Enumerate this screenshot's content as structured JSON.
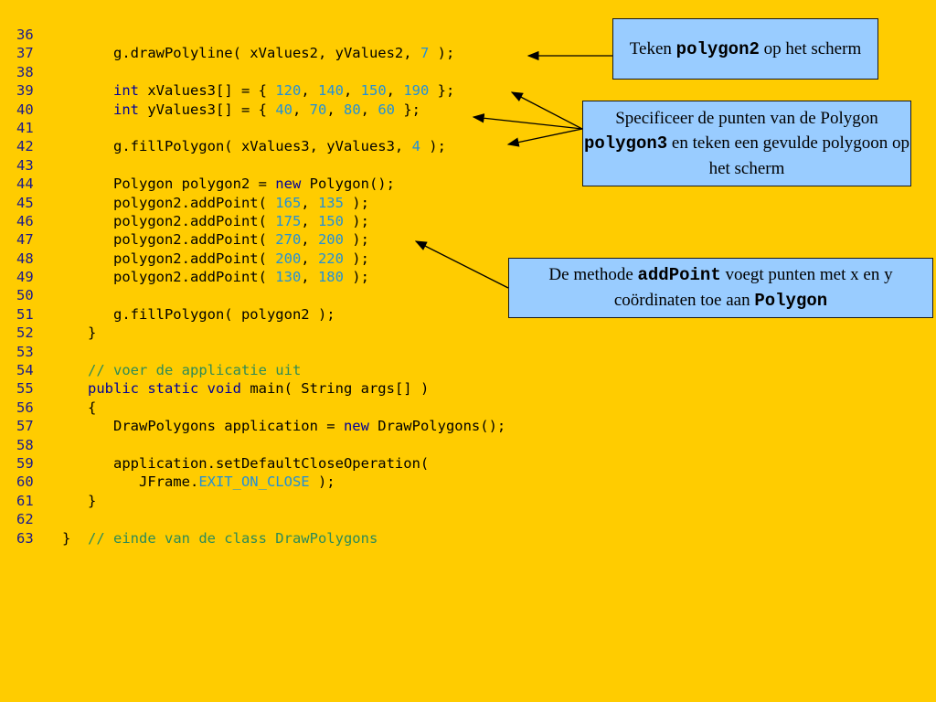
{
  "code_lines": [
    {
      "n": "36",
      "tokens": []
    },
    {
      "n": "37",
      "tokens": [
        [
          "t",
          "         g.drawPolyline( xValues2, yValues2, "
        ],
        [
          "num",
          "7"
        ],
        [
          "t",
          " );"
        ]
      ]
    },
    {
      "n": "38",
      "tokens": []
    },
    {
      "n": "39",
      "tokens": [
        [
          "t",
          "         "
        ],
        [
          "kw",
          "int"
        ],
        [
          "t",
          " xValues3[] = { "
        ],
        [
          "num",
          "120"
        ],
        [
          "t",
          ", "
        ],
        [
          "num",
          "140"
        ],
        [
          "t",
          ", "
        ],
        [
          "num",
          "150"
        ],
        [
          "t",
          ", "
        ],
        [
          "num",
          "190"
        ],
        [
          "t",
          " };"
        ]
      ]
    },
    {
      "n": "40",
      "tokens": [
        [
          "t",
          "         "
        ],
        [
          "kw",
          "int"
        ],
        [
          "t",
          " yValues3[] = { "
        ],
        [
          "num",
          "40"
        ],
        [
          "t",
          ", "
        ],
        [
          "num",
          "70"
        ],
        [
          "t",
          ", "
        ],
        [
          "num",
          "80"
        ],
        [
          "t",
          ", "
        ],
        [
          "num",
          "60"
        ],
        [
          "t",
          " };"
        ]
      ]
    },
    {
      "n": "41",
      "tokens": []
    },
    {
      "n": "42",
      "tokens": [
        [
          "t",
          "         g.fillPolygon( xValues3, yValues3, "
        ],
        [
          "num",
          "4"
        ],
        [
          "t",
          " );"
        ]
      ]
    },
    {
      "n": "43",
      "tokens": []
    },
    {
      "n": "44",
      "tokens": [
        [
          "t",
          "         Polygon polygon2 = "
        ],
        [
          "kw",
          "new"
        ],
        [
          "t",
          " Polygon();"
        ]
      ]
    },
    {
      "n": "45",
      "tokens": [
        [
          "t",
          "         polygon2.addPoint( "
        ],
        [
          "num",
          "165"
        ],
        [
          "t",
          ", "
        ],
        [
          "num",
          "135"
        ],
        [
          "t",
          " );"
        ]
      ]
    },
    {
      "n": "46",
      "tokens": [
        [
          "t",
          "         polygon2.addPoint( "
        ],
        [
          "num",
          "175"
        ],
        [
          "t",
          ", "
        ],
        [
          "num",
          "150"
        ],
        [
          "t",
          " );"
        ]
      ]
    },
    {
      "n": "47",
      "tokens": [
        [
          "t",
          "         polygon2.addPoint( "
        ],
        [
          "num",
          "270"
        ],
        [
          "t",
          ", "
        ],
        [
          "num",
          "200"
        ],
        [
          "t",
          " );"
        ]
      ]
    },
    {
      "n": "48",
      "tokens": [
        [
          "t",
          "         polygon2.addPoint( "
        ],
        [
          "num",
          "200"
        ],
        [
          "t",
          ", "
        ],
        [
          "num",
          "220"
        ],
        [
          "t",
          " );"
        ]
      ]
    },
    {
      "n": "49",
      "tokens": [
        [
          "t",
          "         polygon2.addPoint( "
        ],
        [
          "num",
          "130"
        ],
        [
          "t",
          ", "
        ],
        [
          "num",
          "180"
        ],
        [
          "t",
          " );"
        ]
      ]
    },
    {
      "n": "50",
      "tokens": []
    },
    {
      "n": "51",
      "tokens": [
        [
          "t",
          "         g.fillPolygon( polygon2 );"
        ]
      ]
    },
    {
      "n": "52",
      "tokens": [
        [
          "t",
          "      }"
        ]
      ]
    },
    {
      "n": "53",
      "tokens": []
    },
    {
      "n": "54",
      "tokens": [
        [
          "t",
          "      "
        ],
        [
          "cm",
          "// voer de applicatie uit"
        ]
      ]
    },
    {
      "n": "55",
      "tokens": [
        [
          "t",
          "      "
        ],
        [
          "kw",
          "public static void"
        ],
        [
          "t",
          " main( String args[] )"
        ]
      ]
    },
    {
      "n": "56",
      "tokens": [
        [
          "t",
          "      {"
        ]
      ]
    },
    {
      "n": "57",
      "tokens": [
        [
          "t",
          "         DrawPolygons application = "
        ],
        [
          "kw",
          "new"
        ],
        [
          "t",
          " DrawPolygons();"
        ]
      ]
    },
    {
      "n": "58",
      "tokens": []
    },
    {
      "n": "59",
      "tokens": [
        [
          "t",
          "         application.setDefaultCloseOperation("
        ]
      ]
    },
    {
      "n": "60",
      "tokens": [
        [
          "t",
          "            JFrame."
        ],
        [
          "cn",
          "EXIT_ON_CLOSE"
        ],
        [
          "t",
          " );"
        ]
      ]
    },
    {
      "n": "61",
      "tokens": [
        [
          "t",
          "      }"
        ]
      ]
    },
    {
      "n": "62",
      "tokens": []
    },
    {
      "n": "63",
      "tokens": [
        [
          "t",
          "   }  "
        ],
        [
          "cm",
          "// einde van de class DrawPolygons"
        ]
      ]
    }
  ],
  "callouts": {
    "c1": {
      "pre": "Teken ",
      "code": "polygon2",
      "post": " op het scherm"
    },
    "c2": {
      "pre": "Specificeer de punten van de Polygon ",
      "code": "polygon3",
      "post": " en teken een gevulde polygoon op het scherm"
    },
    "c3": {
      "pre": "De methode ",
      "code": "addPoint",
      "mid": " voegt punten met x en y coördinaten toe aan ",
      "code2": "Polygon"
    }
  },
  "colors": {
    "background": "#FFCC00",
    "callout": "#99CCFF",
    "number": "#2290D8",
    "keyword": "#000099",
    "comment": "#2E8B57"
  }
}
